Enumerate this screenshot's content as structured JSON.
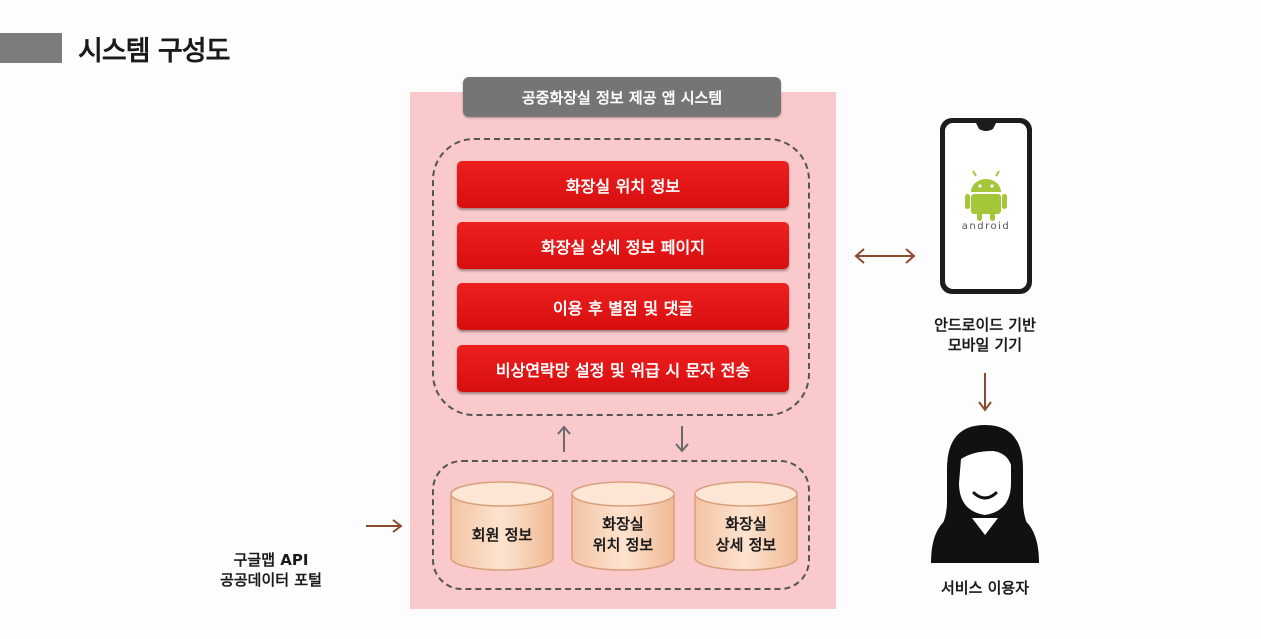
{
  "page": {
    "title": "시스템 구성도"
  },
  "system": {
    "label": "공중화장실 정보 제공 앱 시스템",
    "features": [
      "화장실 위치 정보",
      "화장실 상세 정보 페이지",
      "이용 후 별점 및 댓글",
      "비상연락망 설정 및 위급 시 문자 전송"
    ],
    "databases": [
      "회원 정보",
      "화장실\n위치 정보",
      "화장실\n상세 정보"
    ]
  },
  "external_source": {
    "line1": "구글맵 API",
    "line2": "공공데이터 포털"
  },
  "device": {
    "logo_text": "android",
    "line1": "안드로이드 기반",
    "line2": "모바일 기기"
  },
  "user": {
    "label": "서비스 이용자"
  },
  "colors": {
    "feature_red": "#e31515",
    "system_bg": "#f9c9cb",
    "label_gray": "#757575",
    "arrow_brown": "#8b4a2b",
    "arrow_gray": "#6a6a6a",
    "android_green": "#a4c639"
  }
}
